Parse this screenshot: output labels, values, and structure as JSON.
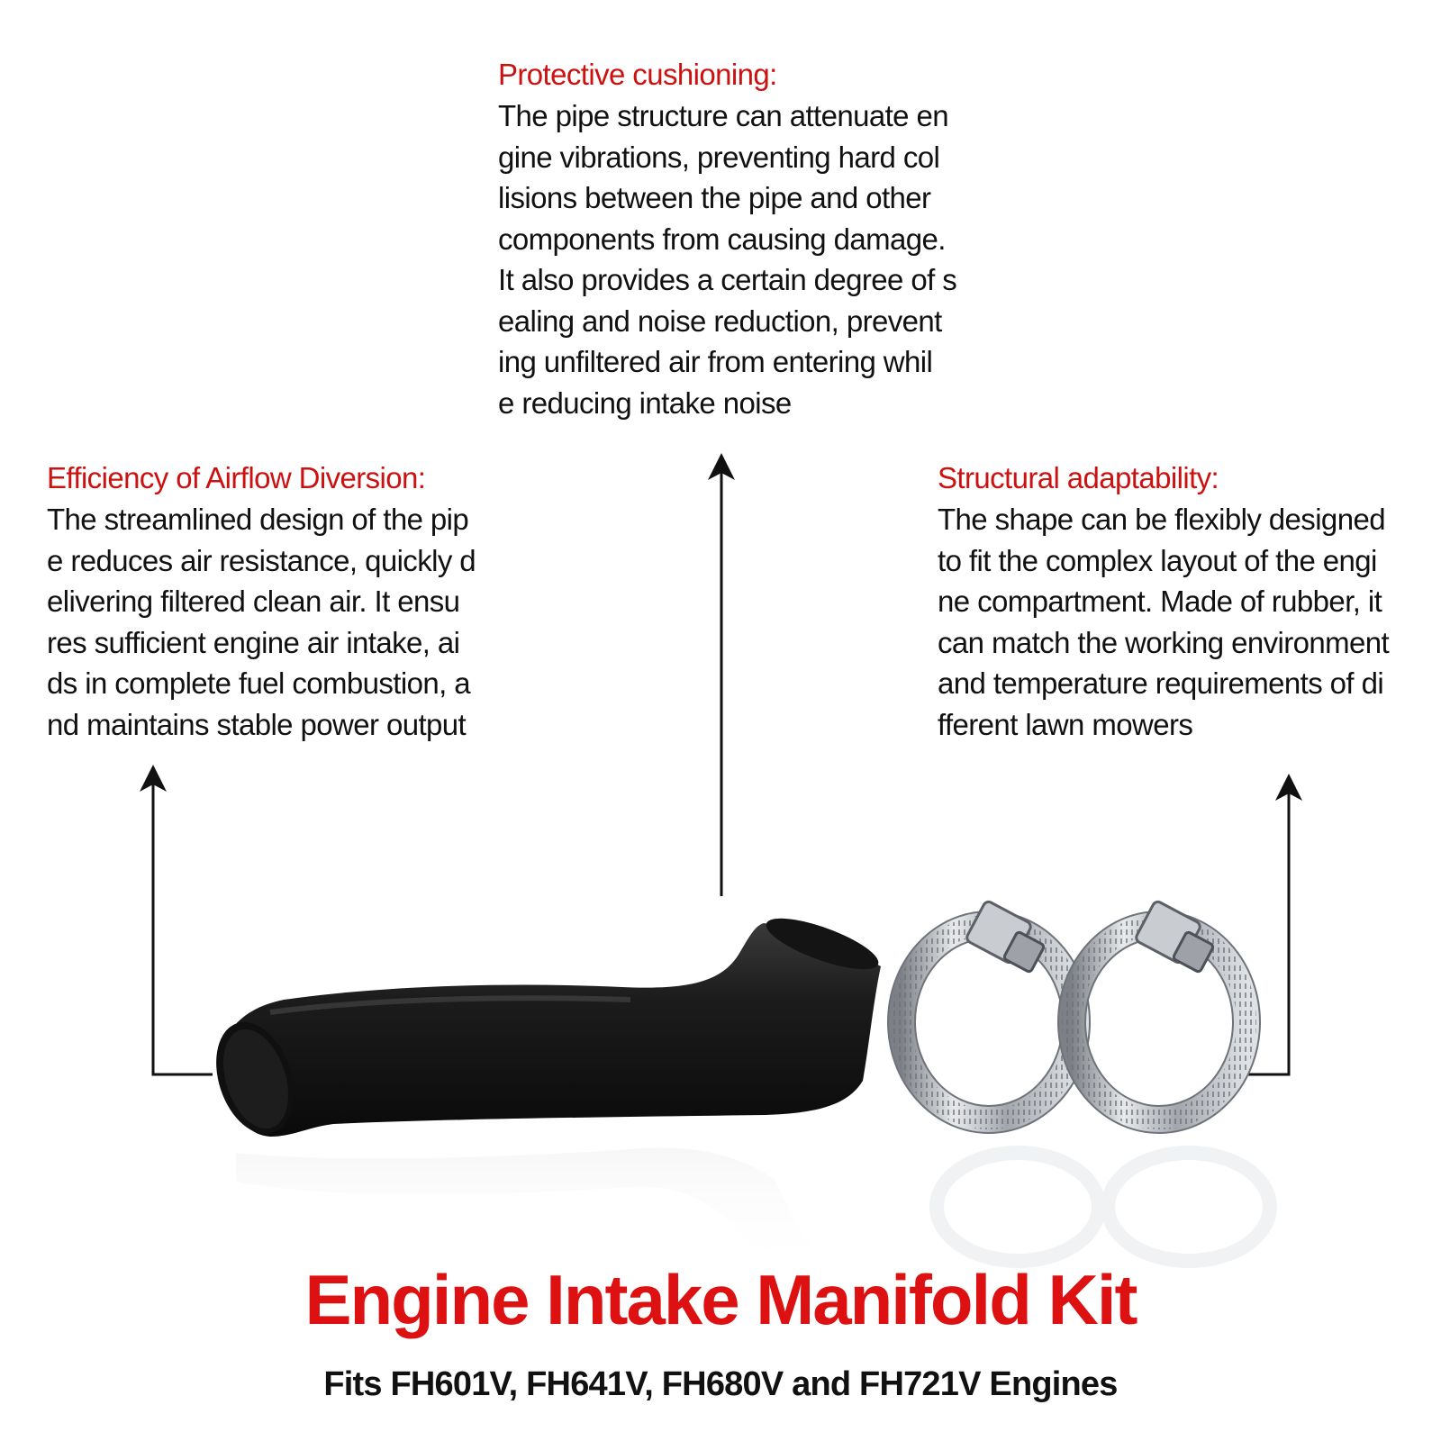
{
  "features": {
    "top": {
      "title": "Protective cushioning:",
      "lines": [
        "The pipe structure can attenuate en",
        "gine vibrations, preventing hard col",
        "lisions between the pipe and other",
        "components from causing damage.",
        "It also provides a certain degree of s",
        "ealing and noise reduction, prevent",
        "ing unfiltered air from entering whil",
        "e reducing intake noise"
      ]
    },
    "left": {
      "title": "Efficiency of Airflow Diversion:",
      "lines": [
        "The streamlined design of the pip",
        "e reduces air resistance, quickly d",
        "elivering filtered clean air. It ensu",
        "res sufficient engine air intake, ai",
        "ds in complete fuel combustion, a",
        "nd maintains stable power output"
      ]
    },
    "right": {
      "title": "Structural adaptability:",
      "lines": [
        "The shape can be flexibly designed",
        "to fit the complex layout of the engi",
        "ne compartment. Made of rubber, it",
        "can match the working environment",
        "and temperature requirements of di",
        "fferent lawn mowers"
      ]
    }
  },
  "product": {
    "title": "Engine Intake Manifold Kit",
    "subtitle": "Fits FH601V, FH641V, FH680V and FH721V Engines"
  },
  "images": {
    "hose": "black-rubber-intake-hose",
    "clamps": "stainless-steel-hose-clamp"
  },
  "colors": {
    "accent": "#cc1111",
    "text": "#111111",
    "hose": "#1a1a1a",
    "clamp": "#b8bcc2"
  }
}
